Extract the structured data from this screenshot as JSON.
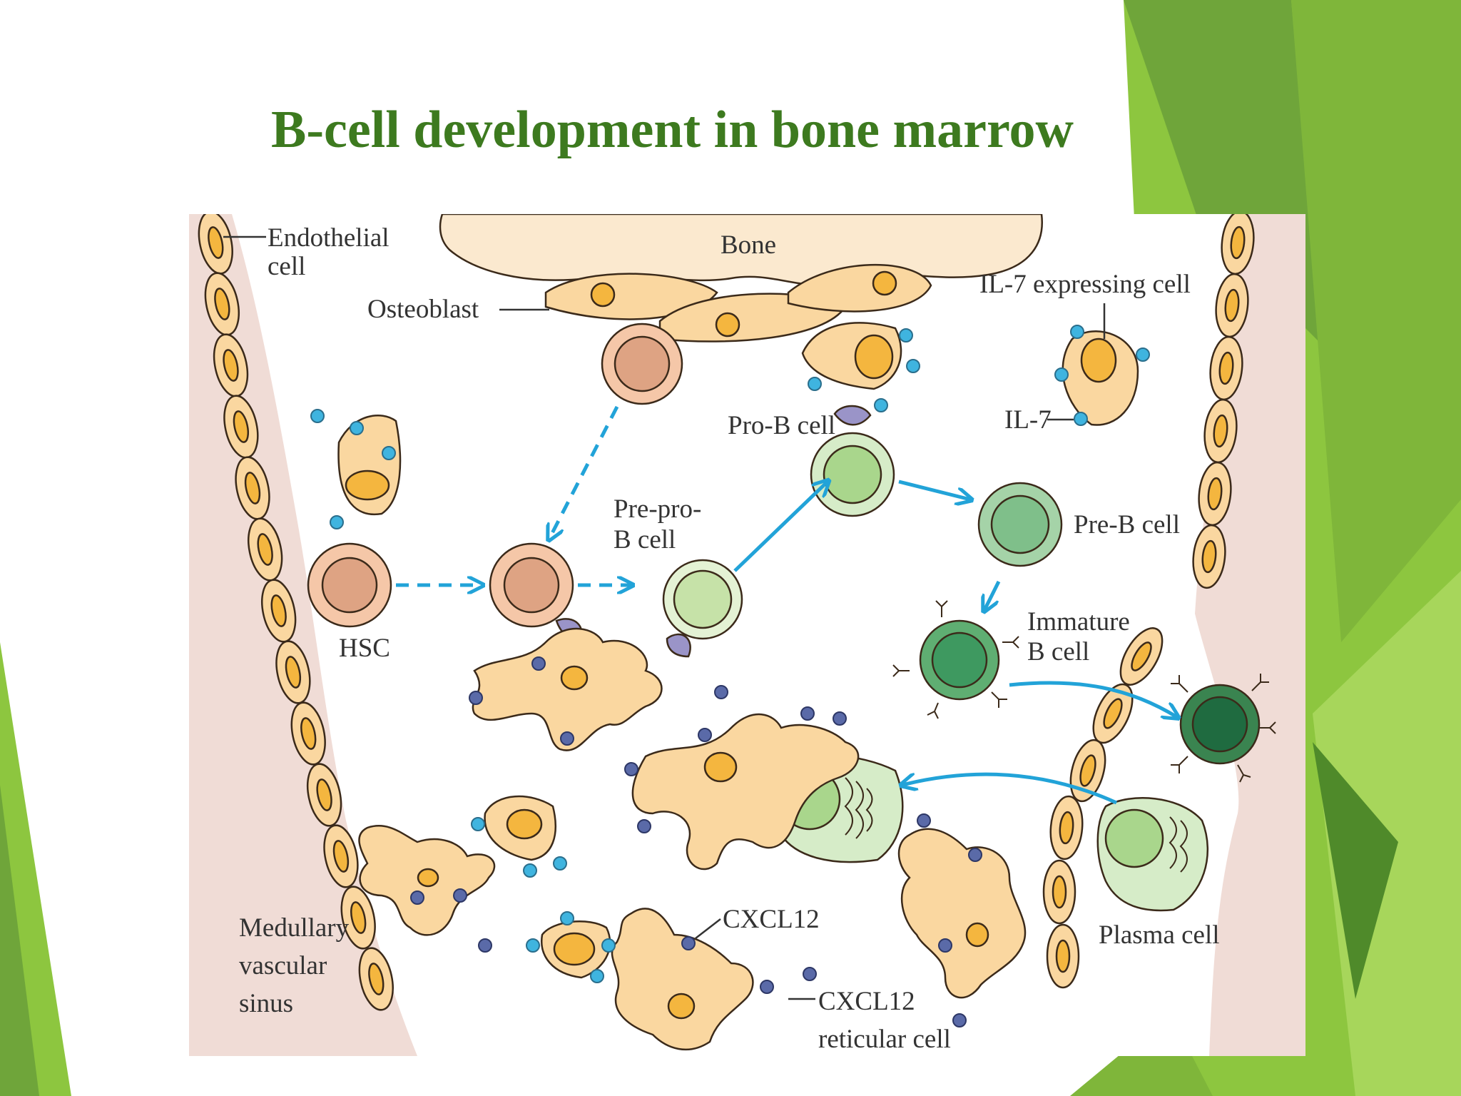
{
  "slide": {
    "title": "B-cell development in bone marrow",
    "accent_colors": [
      "#8dc63f",
      "#6fa53a",
      "#4f8a2a",
      "#a7d65b"
    ],
    "title_color": "#3d7a1f"
  },
  "diagram": {
    "labels": {
      "endothelial": [
        "Endothelial",
        "cell"
      ],
      "bone": "Bone",
      "osteoblast": "Osteoblast",
      "il7_expressing_cell": "IL-7 expressing cell",
      "il7": "IL-7",
      "pro_b_cell": "Pro-B cell",
      "pre_pro_b_cell": [
        "Pre-pro-",
        "B cell"
      ],
      "pre_b_cell": "Pre-B cell",
      "hsc": "HSC",
      "immature_b_cell": [
        "Immature",
        "B cell"
      ],
      "plasma_cell": "Plasma cell",
      "medullary_vascular_sinus": [
        "Medullary",
        "vascular",
        "sinus"
      ],
      "cxcl12": "CXCL12",
      "cxcl12_reticular_cell": [
        "CXCL12",
        "reticular cell"
      ]
    },
    "colors": {
      "sinus_background": "#f0dcd6",
      "bone": "#fbe9cf",
      "cell_body": "#fad7a0",
      "nucleus": "#f4b63f",
      "stem_cell": "#f5c7a8",
      "stem_nucleus": "#dea383",
      "pre_pro_b": "#e4f2d4",
      "pro_b": "#b9dca0",
      "pre_b": "#7fbf8a",
      "immature_b": "#3e9960",
      "mature_b": "#1f6b40",
      "plasma_cell": "#d6ecc8",
      "il7_dot": "#3fb4df",
      "cxcl12_dot": "#5a6aa8",
      "arrow": "#22a3d8"
    }
  }
}
